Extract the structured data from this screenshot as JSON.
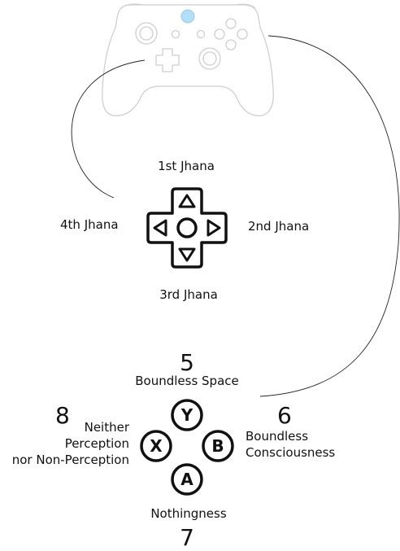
{
  "controller": {
    "guide_button_color": "#b3def7",
    "outline_color": "#cfcfcf"
  },
  "dpad": {
    "up": "1st Jhana",
    "right": "2nd Jhana",
    "down": "3rd Jhana",
    "left": "4th Jhana"
  },
  "face_buttons": {
    "y": {
      "glyph": "Y",
      "number": "5",
      "label": "Boundless Space"
    },
    "b": {
      "glyph": "B",
      "number": "6",
      "label_line1": "Boundless",
      "label_line2": "Consciousness"
    },
    "a": {
      "glyph": "A",
      "number": "7",
      "label": "Nothingness"
    },
    "x": {
      "glyph": "X",
      "number": "8",
      "label_line1": "Neither",
      "label_line2": "Perception",
      "label_line3": "nor Non-Perception"
    }
  }
}
